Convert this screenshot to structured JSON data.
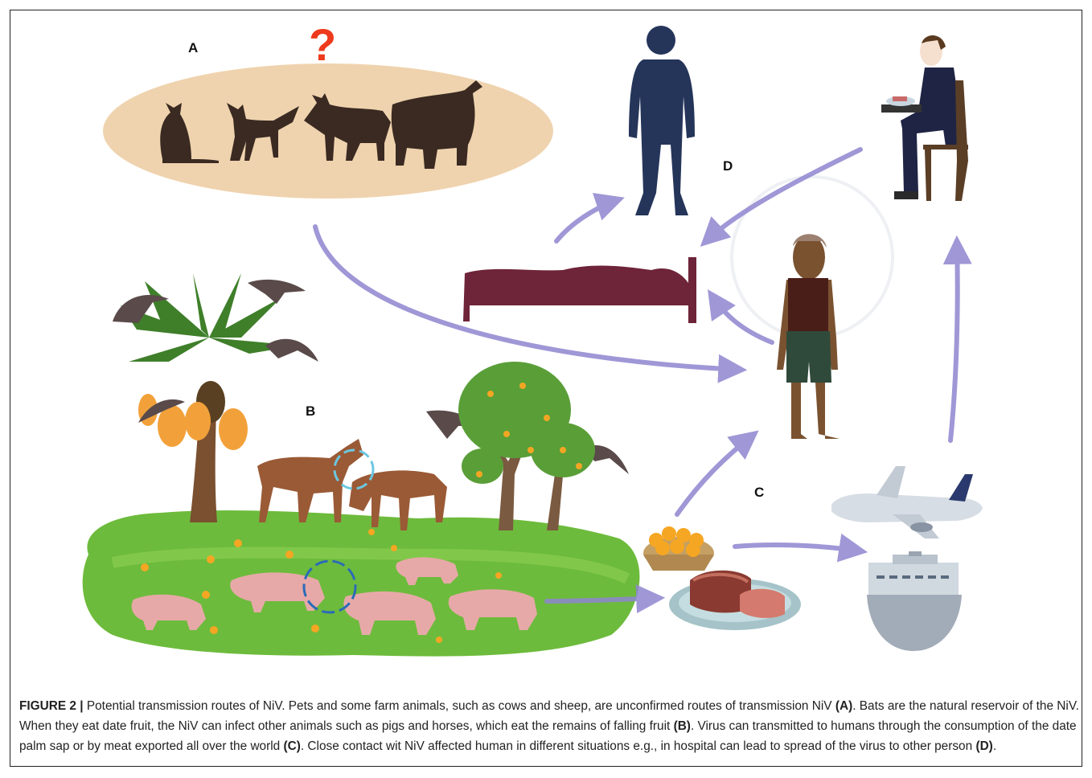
{
  "figure": {
    "panel_labels": {
      "a": "A",
      "b": "B",
      "c": "C",
      "d": "D"
    },
    "question_mark": "?",
    "caption": {
      "figure_label": "FIGURE 2 |",
      "segments": [
        {
          "text": " Potential transmission routes of NiV. Pets and some farm animals, such as cows and sheep, are unconfirmed routes of transmission NiV ",
          "bold": false
        },
        {
          "text": "(A)",
          "bold": true
        },
        {
          "text": ". Bats are the natural reservoir of the NiV. When they eat date fruit, the NiV can infect other animals such as pigs and horses, which eat the remains of falling fruit ",
          "bold": false
        },
        {
          "text": "(B)",
          "bold": true
        },
        {
          "text": ". Virus can transmitted to humans through the consumption of the date palm sap or by meat exported all over the world ",
          "bold": false
        },
        {
          "text": "(C)",
          "bold": true
        },
        {
          "text": ". Close contact wit NiV affected human in different situations e.g., in hospital can lead to spread of the virus to other person ",
          "bold": false
        },
        {
          "text": "(D)",
          "bold": true
        },
        {
          "text": ".",
          "bold": false
        }
      ]
    }
  },
  "colors": {
    "ellipse": "#efd3ae",
    "silhouette": "#3a2a22",
    "human_blue": "#25355a",
    "bed": "#6e2439",
    "arrow": "#8f86d0",
    "grass": "#6dbb3c",
    "pig": "#e7a9a8",
    "horse": "#9a5a36",
    "question": "#ee3a1c"
  },
  "icons": [
    "cat-icon",
    "fox-icon",
    "goat-icon",
    "cow-icon",
    "standing-man-icon",
    "seated-man-icon",
    "bed-icon",
    "villager-icon",
    "palm-tree-icon",
    "bat-icon",
    "horse-icon",
    "pig-icon",
    "orange-tree-icon",
    "fruit-basket-icon",
    "meat-plate-icon",
    "airplane-icon",
    "ship-icon"
  ]
}
